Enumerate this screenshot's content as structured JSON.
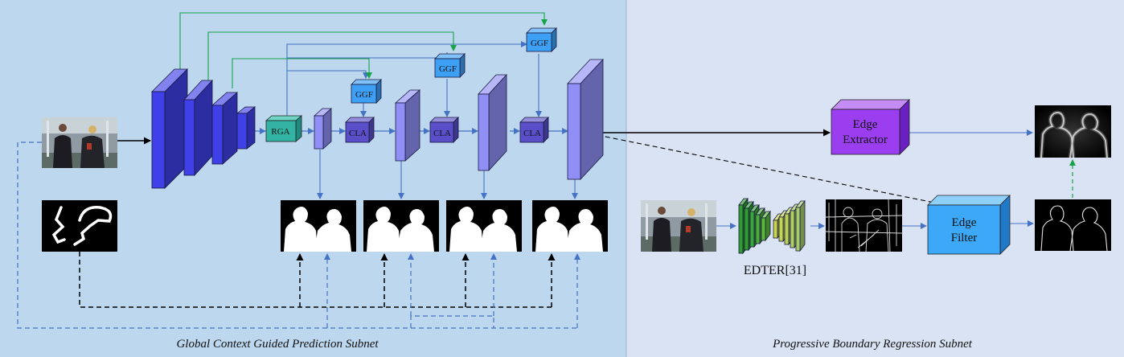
{
  "panels": {
    "left_caption": "Global Context Guided Prediction Subnet",
    "right_caption": "Progressive Boundary Regression Subnet"
  },
  "modules": {
    "rga": "RGA",
    "cla": "CLA",
    "ggf": "GGF",
    "edge_extractor_line1": "Edge",
    "edge_extractor_line2": "Extractor",
    "edge_filter_line1": "Edge",
    "edge_filter_line2": "Filter",
    "edter": "EDTER[31]"
  },
  "colors": {
    "left_bg": "#bdd7ee",
    "right_bg": "#dae3f3",
    "encoder_blue": "#4040e8",
    "decoder_lavender": "#8f8ff5",
    "rga_teal": "#33b3a3",
    "cla_purple": "#5a4fc8",
    "ggf_blue": "#3da0f5",
    "edge_extractor_violet": "#9b3ef0",
    "edge_filter_blue": "#3da8f8",
    "arrow_blue": "#4472c4",
    "arrow_green": "#16a34a",
    "arrow_black": "#000000"
  }
}
